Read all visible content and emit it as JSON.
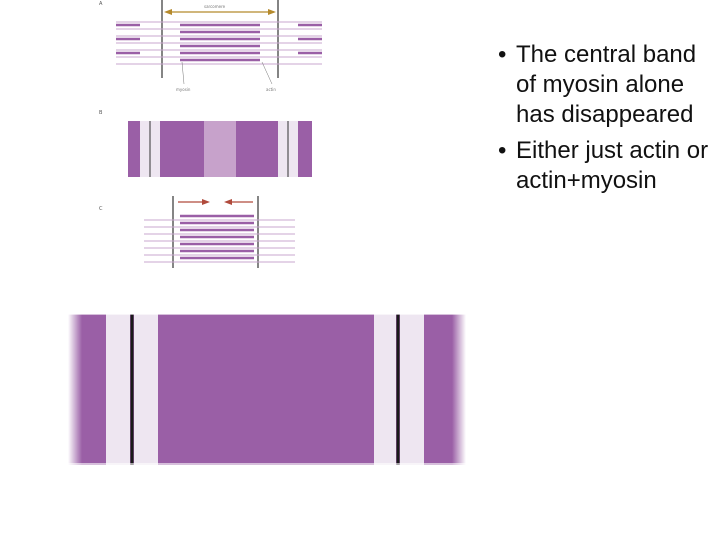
{
  "panels": {
    "a": {
      "letter": "A",
      "top_label": "sarcomere",
      "myosin_label": "myosin",
      "actin_label": "actin"
    },
    "b": {
      "letter": "B"
    },
    "c": {
      "letter": "C"
    }
  },
  "bullets": [
    {
      "symbol": "•",
      "text": "The central band of myosin alone has disappeared"
    },
    {
      "symbol": "•",
      "text": "Either just actin or actin+myosin"
    }
  ],
  "colors": {
    "purple": "#9a5fa6",
    "pale_purple": "#eee6f1",
    "mid_purple": "#c7a2cb",
    "thin_line": "#c9a7cf",
    "arrow_gold": "#b58a2c",
    "arrow_red": "#b04a3c"
  }
}
